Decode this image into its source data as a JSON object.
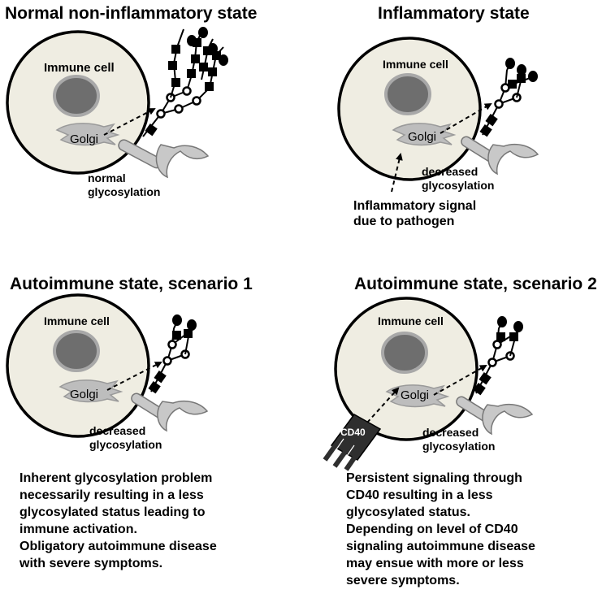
{
  "panels": [
    {
      "title": "Normal non-inflammatory state",
      "cell_label": "Immune cell",
      "golgi_label": "Golgi",
      "glyco_label": [
        "normal",
        "glycosylation"
      ],
      "description": ""
    },
    {
      "title": "Inflammatory state",
      "cell_label": "Immune cell",
      "golgi_label": "Golgi",
      "glyco_label": [
        "decreased",
        "glycosylation"
      ],
      "signal_label": [
        "Inflammatory signal",
        "due to pathogen"
      ],
      "description": ""
    },
    {
      "title": "Autoimmune state, scenario 1",
      "cell_label": "Immune cell",
      "golgi_label": "Golgi",
      "glyco_label": [
        "decreased",
        "glycosylation"
      ],
      "description": "Inherent glycosylation problem\nnecessarily resulting in a less\nglycosylated status leading to\nimmune activation.\nObligatory autoimmune disease\nwith severe symptoms."
    },
    {
      "title": "Autoimmune state, scenario 2",
      "cell_label": "Immune cell",
      "golgi_label": "Golgi",
      "glyco_label": [
        "decreased",
        "glycosylation"
      ],
      "receptor_label": "CD40",
      "description": "Persistent signaling through\nCD40 resulting in a less\nglycosylated status.\nDepending on level of CD40\nsignaling autoimmune disease\nmay ensue with more or less\nsevere symptoms."
    }
  ],
  "colors": {
    "cell_fill": "#efede2",
    "nucleus_fill": "#6e6e6e",
    "golgi_fill": "#bdbdbd",
    "receptor_fill": "#c8c8c8",
    "glycan_black": "#000000"
  },
  "icons": [
    "cell-icon",
    "nucleus-icon",
    "golgi-icon",
    "receptor-icon",
    "glycan-tree-icon",
    "cd40-receptor-icon"
  ]
}
